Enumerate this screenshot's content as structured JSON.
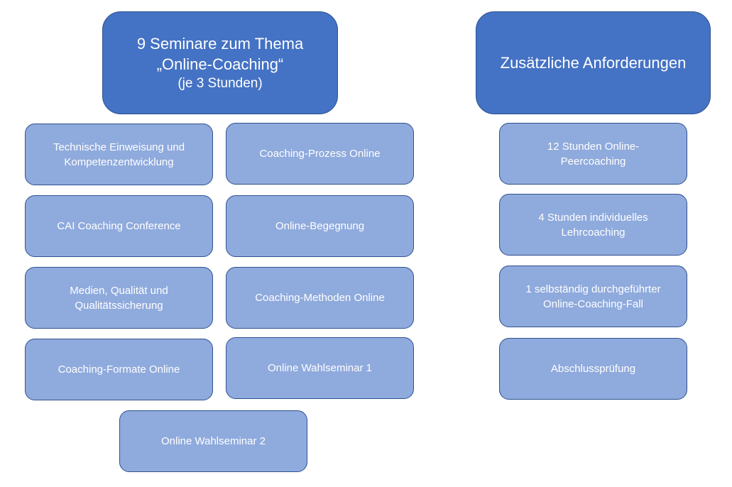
{
  "colors": {
    "header_fill": "#4472c4",
    "item_fill": "#8faadc",
    "border": "#2f528f",
    "text": "#ffffff"
  },
  "seminars": {
    "header": {
      "line1": "9 Seminare zum Thema",
      "line2": "„Online-Coaching“",
      "line3": "(je 3 Stunden)"
    },
    "items": [
      "Technische Einweisung und Kompetenzentwicklung",
      "Coaching-Prozess Online",
      "CAI Coaching Conference",
      "Online-Begegnung",
      "Medien, Qualität und Qualitätssicherung",
      "Coaching-Methoden Online",
      "Coaching-Formate Online",
      "Online Wahlseminar 1",
      "Online Wahlseminar 2"
    ]
  },
  "requirements": {
    "header": "Zusätzliche Anforderungen",
    "items": [
      "12 Stunden Online-Peercoaching",
      "4 Stunden individuelles Lehrcoaching",
      "1 selbständig durchgeführter Online-Coaching-Fall",
      "Abschlussprüfung"
    ]
  }
}
